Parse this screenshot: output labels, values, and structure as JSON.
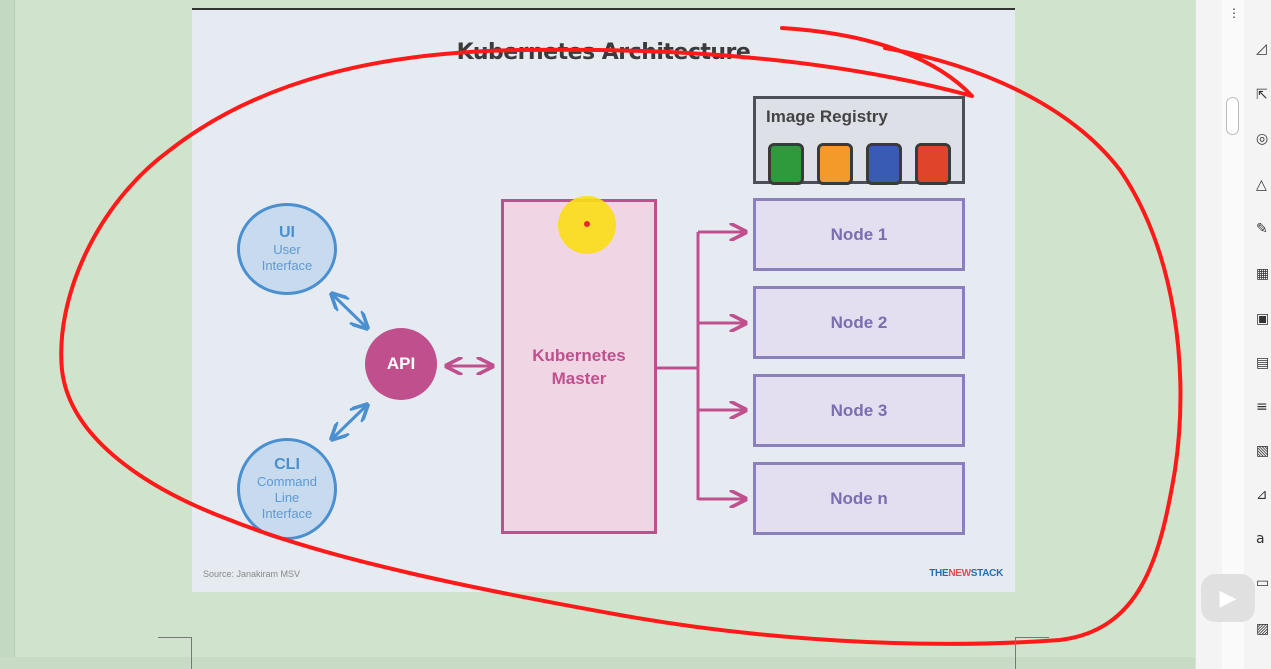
{
  "diagram": {
    "title": "Kubernetes Architecture",
    "clients": [
      {
        "name": "UI",
        "desc": "User Interface"
      },
      {
        "name": "CLI",
        "desc": "Command Line Interface"
      }
    ],
    "api_label": "API",
    "master_label": "Kubernetes\nMaster",
    "registry": {
      "title": "Image Registry",
      "colors": [
        "#2f9a3c",
        "#f39a2b",
        "#3a5bb3",
        "#e0452c"
      ]
    },
    "nodes": [
      "Node 1",
      "Node 2",
      "Node 3",
      "Node n"
    ],
    "source": "Source: Janakiram MSV",
    "brand": {
      "part1": "THE",
      "part2": "NEW",
      "part3": "STACK"
    }
  },
  "colors": {
    "client": "#4a90d1",
    "api": "#c0508d",
    "node": "#8c7fbd",
    "annotation": "#ff1a1a"
  },
  "toolbar_icons": [
    "draw-icon",
    "cursor-icon",
    "pin-icon",
    "shapes-icon",
    "pen-icon",
    "table-icon",
    "grid-icon",
    "chart-icon",
    "sliders-icon",
    "image-icon",
    "edit-icon",
    "text-icon",
    "video-icon",
    "photo-icon"
  ]
}
